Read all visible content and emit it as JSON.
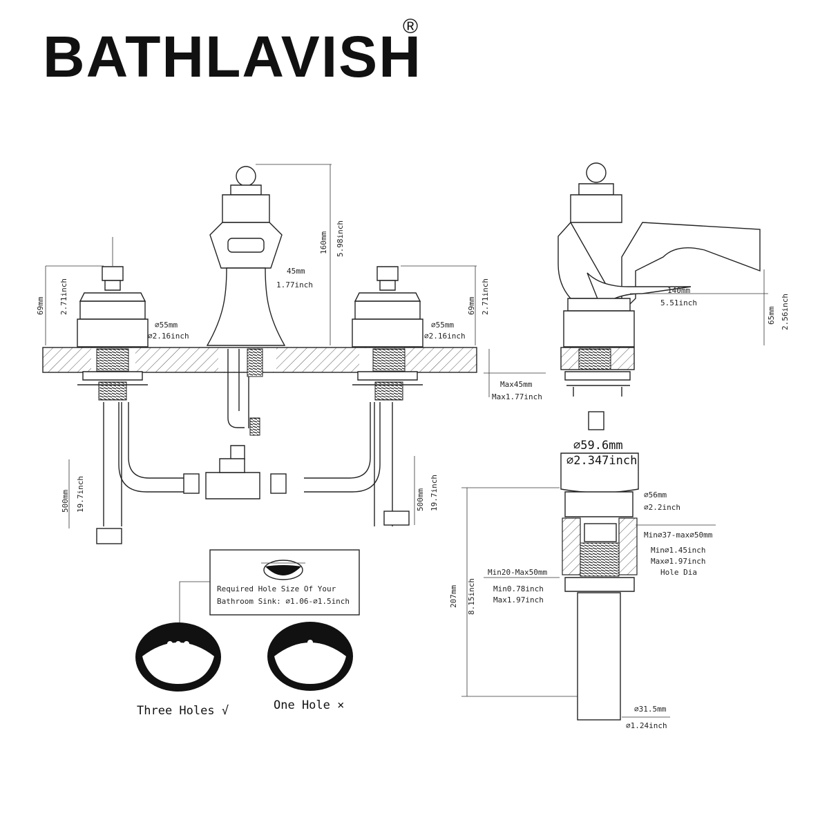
{
  "brand": {
    "name": "BATHLAVISH",
    "registered": "®"
  },
  "dimensions": {
    "spout_height_mm": "160mm",
    "spout_height_in": "5.98inch",
    "spout_width_mm": "45mm",
    "spout_width_in": "1.77inch",
    "handle_height_mm_left": "69mm",
    "handle_height_in_left": "2.71inch",
    "handle_height_mm_right": "69mm",
    "handle_height_in_right": "2.71inch",
    "handle_dia_mm_left": "⌀55mm",
    "handle_dia_in_left": "⌀2.16inch",
    "handle_dia_mm_right": "⌀55mm",
    "handle_dia_in_right": "⌀2.16inch",
    "deck_max_mm": "Max45mm",
    "deck_max_in": "Max1.77inch",
    "hose_left_mm": "500mm",
    "hose_left_in": "19.7inch",
    "hose_right_mm": "500mm",
    "hose_right_in": "19.7inch",
    "side_reach_mm": "140mm",
    "side_reach_in": "5.51inch",
    "side_height_mm": "65mm",
    "side_height_in": "2.56inch",
    "drain_cap_mm": "⌀59.6mm",
    "drain_cap_in": "⌀2.347inch",
    "drain_flange_mm": "⌀56mm",
    "drain_flange_in": "⌀2.2inch",
    "drain_hole_range_mm": "Min⌀37-max⌀50mm",
    "drain_hole_min_in": "Min⌀1.45inch",
    "drain_hole_max_in": "Max⌀1.97inch",
    "drain_hole_label": "Hole Dia",
    "drain_thick_mm": "Min20-Max50mm",
    "drain_thick_min_in": "Min0.78inch",
    "drain_thick_max_in": "Max1.97inch",
    "drain_length_mm": "207mm",
    "drain_length_in": "8.15inch",
    "drain_pipe_mm": "⌀31.5mm",
    "drain_pipe_in": "⌀1.24inch"
  },
  "note": {
    "line1": "Required Hole Size Of Your",
    "line2": "Bathroom Sink: ⌀1.06-⌀1.5inch"
  },
  "sinks": {
    "three_holes": "Three Holes √",
    "one_hole": "One Hole ×"
  }
}
